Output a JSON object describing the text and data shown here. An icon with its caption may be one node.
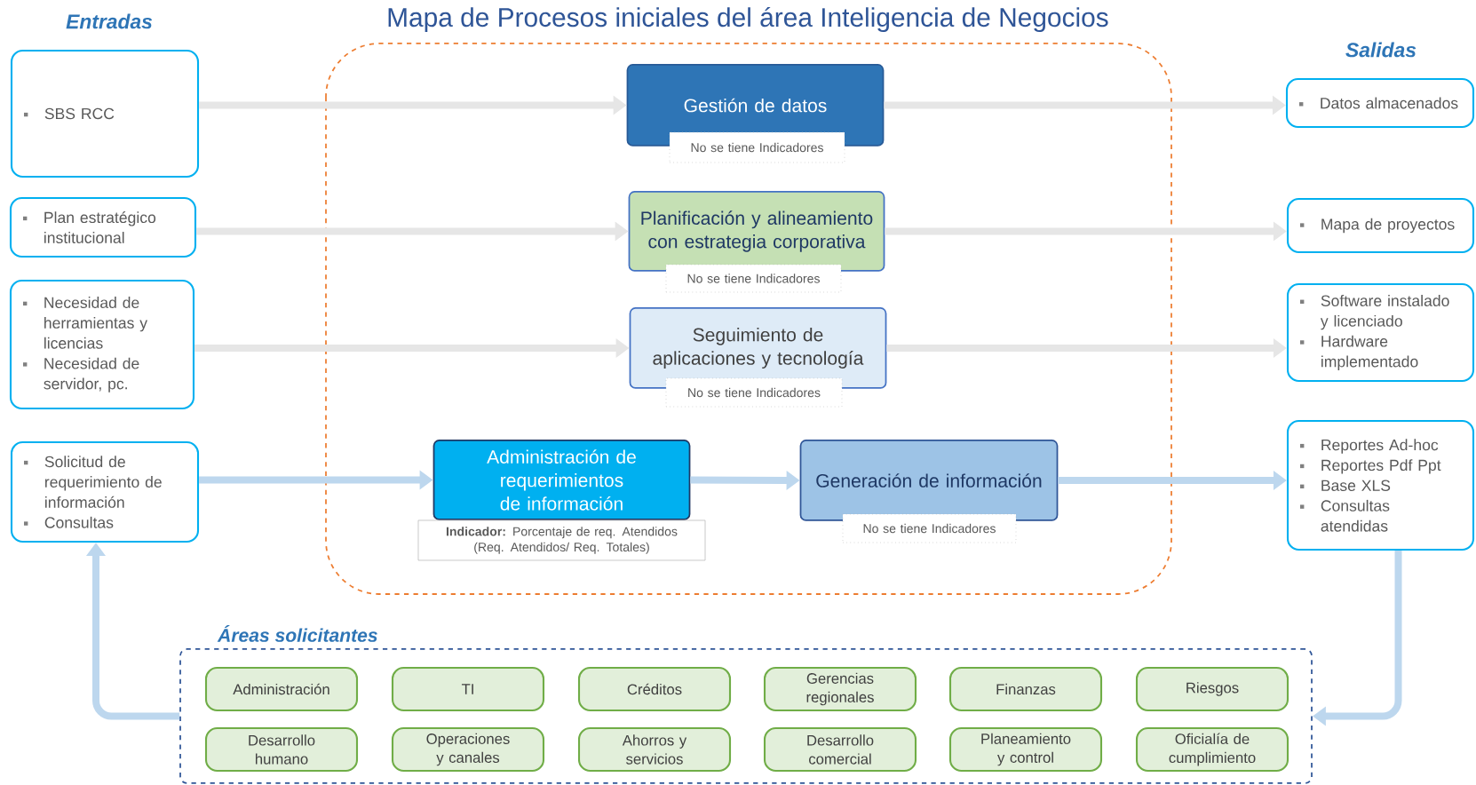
{
  "diagram": {
    "title": "Mapa de Procesos iniciales del área Inteligencia de Negocios",
    "nodes": [
      {
        "text": [
          "SBS RCC"
        ]
      },
      {
        "text": [
          "Plan estratégico institucional"
        ]
      },
      {
        "text": [
          "Necesidad de herramientas y licencias",
          "Necesidad de servidor, pc."
        ]
      },
      {
        "text": [
          "Solicitud de requerimiento de información",
          "Consultas"
        ]
      },
      {
        "text": [
          "Gestión de datos",
          "No se tiene Indicadores"
        ]
      },
      {
        "text": [
          "Planificación y alineamiento con estrategia corporativa",
          "No se tiene Indicadores"
        ]
      },
      {
        "text": [
          "Seguimiento de aplicaciones y tecnología",
          "No se tiene Indicadores"
        ]
      },
      {
        "text": [
          "Administración de requerimientos de información",
          "**Indicador:** Porcentaje de req. Atendidos (Req. Atendidos/ Req. Totales)"
        ]
      },
      {
        "text": [
          "Generación de información",
          "No se tiene Indicadores"
        ]
      },
      {
        "text": [
          "Datos almacenados"
        ]
      },
      {
        "text": [
          "Mapa de proyectos"
        ]
      },
      {
        "text": [
          "Software instalado y licenciado",
          "Hardware implementado"
        ]
      },
      {
        "text": [
          "Reportes Ad-hoc",
          "Reportes Pdf Ppt",
          "Base XLS",
          "Consultas atendidas"
        ]
      },
      {
        "text": [
          "Áreas solicitantes"
        ]
      },
      {
        "text": [
          "Administración"
        ],
        "in": 13
      },
      {
        "text": [
          "TI"
        ],
        "in": 13
      },
      {
        "text": [
          "Créditos"
        ],
        "in": 13
      },
      {
        "text": [
          "Gerencias regionales"
        ],
        "in": 13
      },
      {
        "text": [
          "Finanzas"
        ],
        "in": 13
      },
      {
        "text": [
          "Riesgos"
        ],
        "in": 13
      },
      {
        "text": [
          "Desarrollo humano"
        ],
        "in": 13
      },
      {
        "text": [
          "Operaciones y canales"
        ],
        "in": 13
      },
      {
        "text": [
          "Ahorros y servicios"
        ],
        "in": 13
      },
      {
        "text": [
          "Desarrollo comercial"
        ],
        "in": 13
      },
      {
        "text": [
          "Planeamiento y control"
        ],
        "in": 13
      },
      {
        "text": [
          "Oficialía de cumplimiento"
        ],
        "in": 13
      }
    ],
    "edges": [
      {
        "from": 0,
        "to": 4,
        "arrow": "to"
      },
      {
        "from": 1,
        "to": 5,
        "arrow": "to"
      },
      {
        "from": 2,
        "to": 6,
        "arrow": "to"
      },
      {
        "from": 3,
        "to": 7,
        "arrow": "to",
        "color": "#bdd7ee"
      },
      {
        "from": 7,
        "to": 8,
        "arrow": "to",
        "color": "#bdd7ee"
      },
      {
        "from": 4,
        "to": 9,
        "arrow": "to"
      },
      {
        "from": 5,
        "to": 10,
        "arrow": "to"
      },
      {
        "from": 6,
        "to": 11,
        "arrow": "to"
      },
      {
        "from": 8,
        "to": 12,
        "arrow": "to",
        "color": "#bdd7ee"
      },
      {
        "from": 12,
        "to": 13,
        "arrow": "to",
        "color": "#bdd7ee"
      },
      {
        "from": 13,
        "to": 3,
        "arrow": "to",
        "color": "#bdd7ee"
      }
    ],
    "labels": [
      "Entradas",
      "Salidas"
    ]
  }
}
